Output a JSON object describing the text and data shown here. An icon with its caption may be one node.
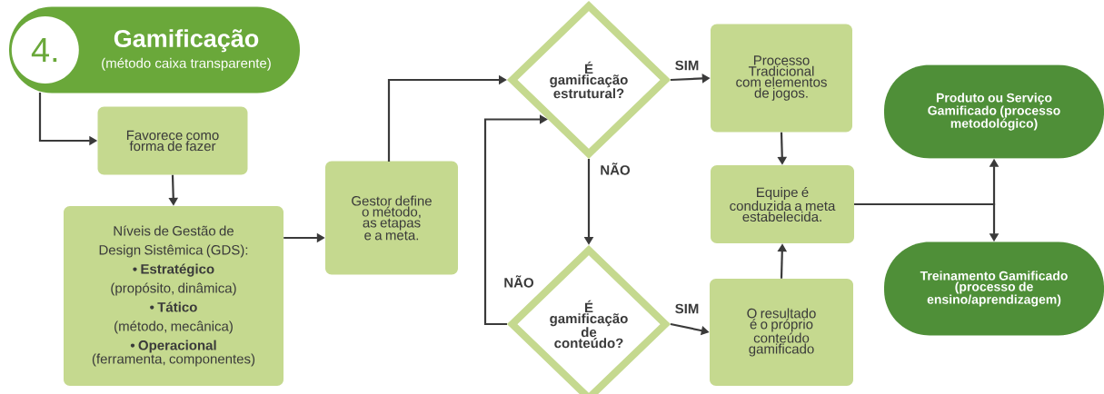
{
  "diagram": {
    "nodes": [
      {
        "text": [
          "Gamificação",
          "(método caixa transparente)"
        ]
      },
      {
        "text": [
          "4."
        ],
        "in": 0
      },
      {
        "text": [
          "Favorece como forma de fazer"
        ]
      },
      {
        "text": [
          "Níveis de Gestão de Design Sistêmica (GDS):",
          "• Estratégico",
          "(propósito, dinâmica)",
          "• Tático",
          "(método, mecânica)",
          "• Operacional",
          "(ferramenta, componentes)"
        ]
      },
      {
        "text": [
          "Gestor define o método, as etapas e a meta."
        ]
      },
      {
        "text": [
          "É gamificação estrutural?"
        ]
      },
      {
        "text": [
          "É gamificação de conteúdo?"
        ]
      },
      {
        "text": [
          "Processo Tradicional com elementos de jogos."
        ]
      },
      {
        "text": [
          "Equipe é conduzida a meta estabelecida."
        ]
      },
      {
        "text": [
          "O resultado é o próprio conteúdo gamificado"
        ]
      },
      {
        "text": [
          "Produto ou Serviço Gamificado (processo metodológico)"
        ]
      },
      {
        "text": [
          "Treinamento Gamificado (processo de ensino/aprendizagem)"
        ]
      }
    ],
    "edges": [
      {
        "from": 0,
        "to": 2,
        "arrow": "to"
      },
      {
        "from": 2,
        "to": 3,
        "arrow": "to"
      },
      {
        "from": 3,
        "to": 4,
        "arrow": "to"
      },
      {
        "from": 4,
        "to": 5,
        "arrow": "to"
      },
      {
        "from": 5,
        "to": 7,
        "arrow": "to",
        "label": "SIM"
      },
      {
        "from": 5,
        "to": 6,
        "arrow": "to",
        "label": "NÃO"
      },
      {
        "from": 6,
        "to": 5,
        "arrow": "to",
        "label": "NÃO"
      },
      {
        "from": 6,
        "to": 9,
        "arrow": "to",
        "label": "SIM"
      },
      {
        "from": 7,
        "to": 8,
        "arrow": "to"
      },
      {
        "from": 9,
        "to": 8,
        "arrow": "to"
      },
      {
        "from": 8,
        "to": 10,
        "arrow": "to"
      },
      {
        "from": 8,
        "to": 11,
        "arrow": "to"
      }
    ]
  }
}
